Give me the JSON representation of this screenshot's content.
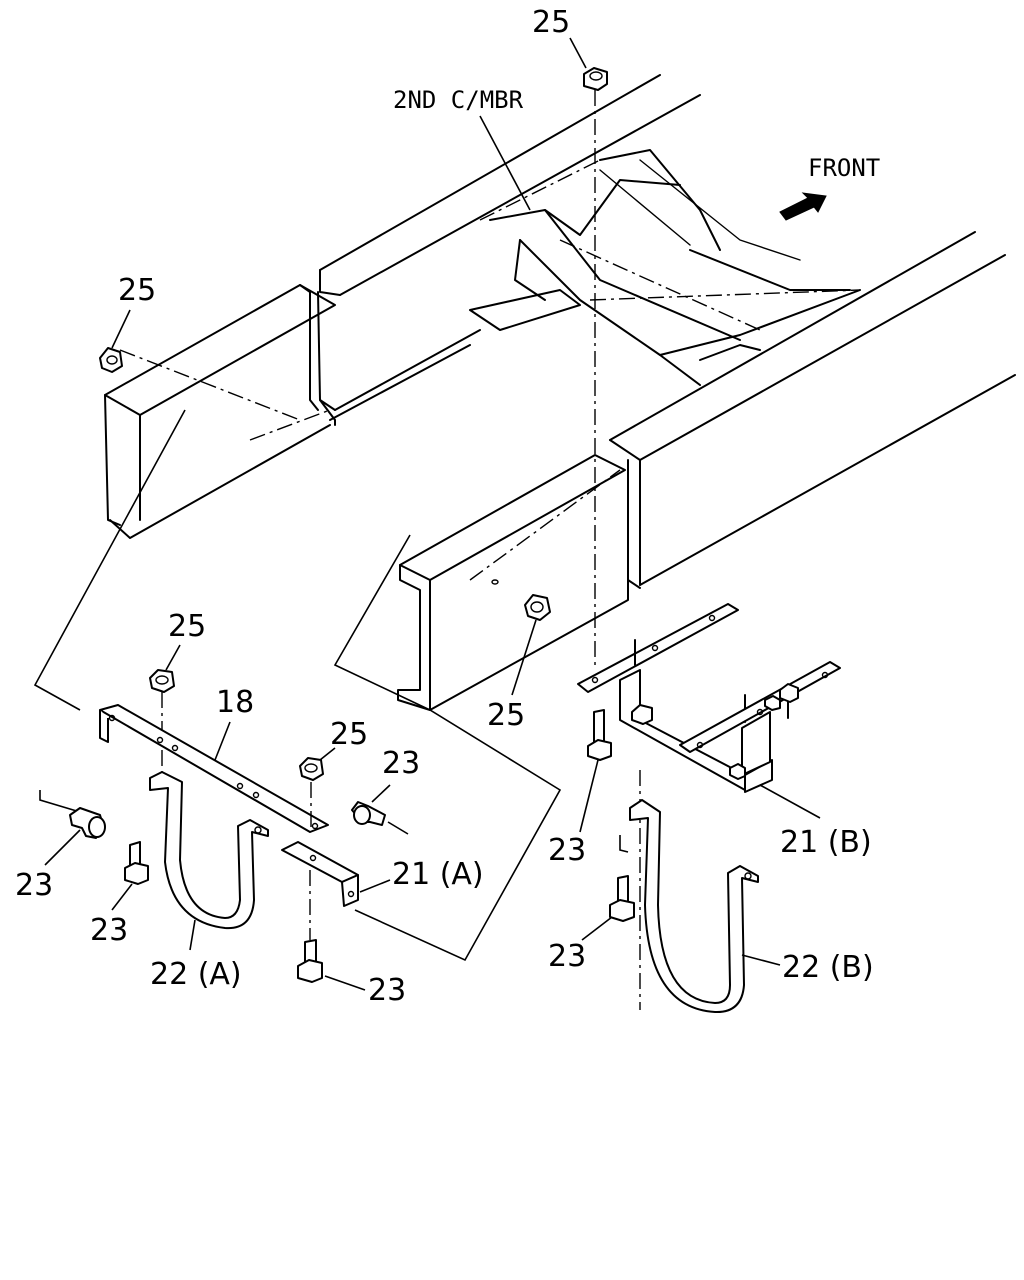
{
  "diagram": {
    "labels": {
      "front": "FRONT",
      "cross_member": "2ND C/MBR",
      "p25_top": "25",
      "p25_left": "25",
      "p25_mid": "25",
      "p25_bracket_a": "25",
      "p25_bracket_a2": "25",
      "p18": "18",
      "p23_a1": "23",
      "p23_a2": "23",
      "p23_a3": "23",
      "p23_a4": "23",
      "p21_a": "21 (A)",
      "p22_a": "22 (A)",
      "p23_b1": "23",
      "p23_b2": "23",
      "p21_b": "21 (B)",
      "p22_b": "22 (B)"
    },
    "icons": {
      "front_arrow": "arrow-icon"
    }
  }
}
